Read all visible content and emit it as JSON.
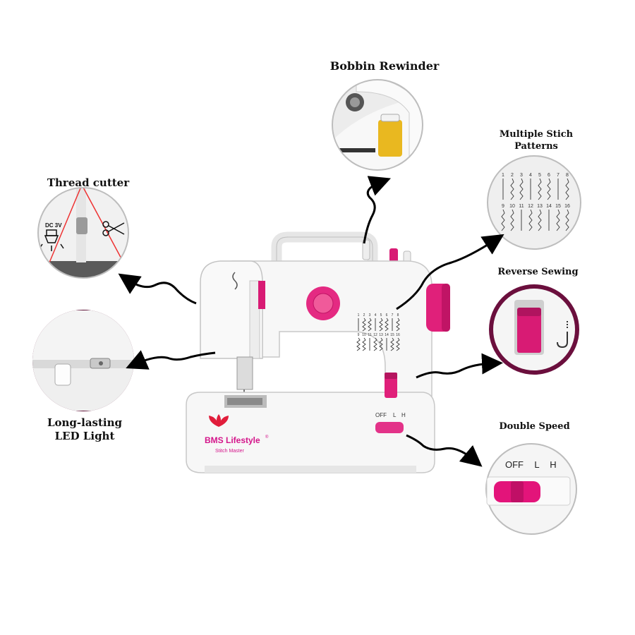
{
  "features": {
    "bobbin": {
      "label": "Bobbin Rewinder"
    },
    "stitch": {
      "label_line1": "Multiple Stich",
      "label_line2": "Patterns"
    },
    "thread": {
      "label": "Thread cutter",
      "dc_text": "DC 3V"
    },
    "reverse": {
      "label": "Reverse Sewing"
    },
    "led": {
      "label_line1": "Long-lasting",
      "label_line2": "LED Light"
    },
    "speed": {
      "label": "Double Speed",
      "off": "OFF",
      "low": "L",
      "high": "H"
    }
  },
  "machine": {
    "brand": "BMS Lifestyle",
    "brand_mark": "®",
    "model": "Stitch Master",
    "switch_off": "OFF",
    "switch_low": "L",
    "switch_high": "H"
  },
  "stitch_numbers_row1": [
    "1",
    "2",
    "3",
    "4",
    "5",
    "6",
    "7",
    "8"
  ],
  "stitch_numbers_row2": [
    "9",
    "10",
    "11",
    "12",
    "13",
    "14",
    "15",
    "16"
  ],
  "colors": {
    "accent": "#e0207a",
    "body": "#f6f6f6",
    "outline": "#cccccc"
  }
}
